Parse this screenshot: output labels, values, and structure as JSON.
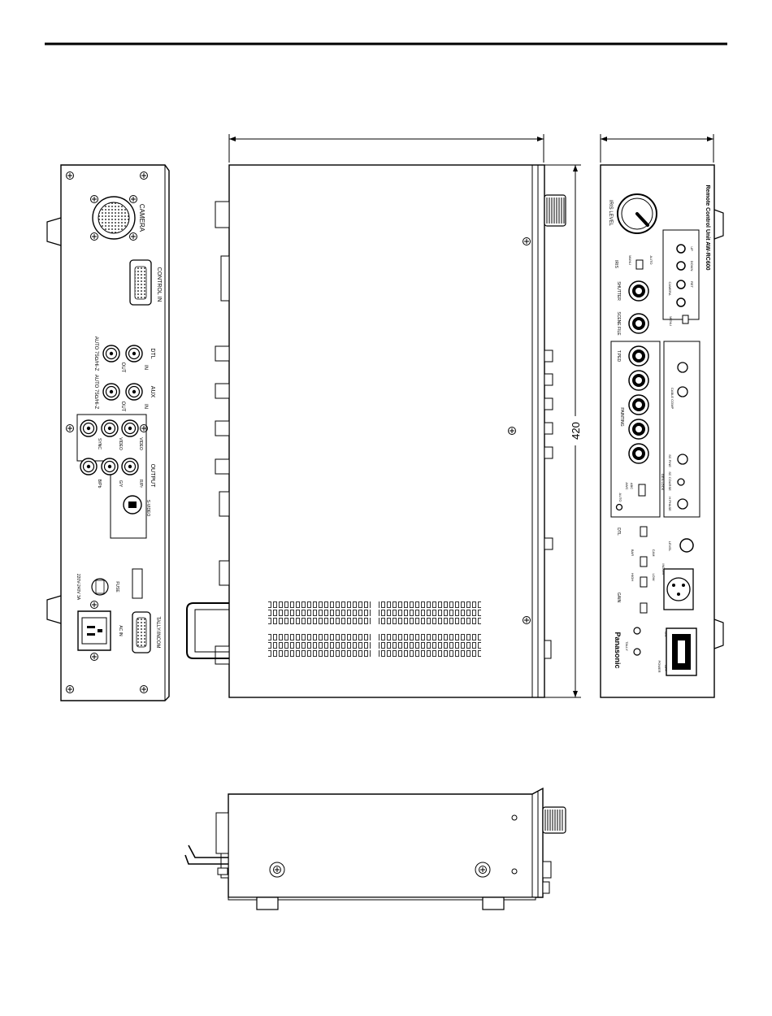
{
  "dimension_label": "420",
  "rear_panel": {
    "camera": "CAMERA",
    "control_in": "CONTROL IN",
    "dtl_label": "DTL",
    "aux_label": "AUX",
    "in_label": "IN",
    "out_label": "OUT",
    "auto_75": "AUTO 75Ω/Hi-Z",
    "output": "OUTPUT",
    "sync": "SYNC",
    "video": "VIDEO",
    "g_y": "G/Y",
    "b_pb": "B/Pb",
    "r_pr": "R/Pr",
    "s_video": "S-VIDEO",
    "fuse": "FUSE",
    "ac_in": "AC IN",
    "fuse_rating": "220V-240V 3A",
    "tally_intercom": "TALLY/INCOM"
  },
  "front_panel": {
    "model": "Remote Control Unit AW-RC600",
    "brand": "Panasonic",
    "iris_level": "IRIS LEVEL",
    "iris": "IRIS",
    "manu": "MANU",
    "auto": "AUTO",
    "shutter": "SHUTTER",
    "scene_file": "SCENE FILE",
    "menu": "MENU",
    "on": "ON",
    "off": "OFF",
    "camera": "CAMERA",
    "up": "UP",
    "down": "DOWN",
    "ret": "RET",
    "t_ped": "T.PED",
    "painting": "PAINTING",
    "cable_comp": "CABLE COMP",
    "gen_lock": "GEN LOCK",
    "h_phase": "H PHASE",
    "sc_coarse": "SC COARSE",
    "sc_fine": "SC FINE",
    "dtl": "DTL",
    "bar": "BAR",
    "cam": "CAM",
    "gain": "GAIN",
    "incom": "INCOM",
    "level": "LEVEL",
    "power": "POWER",
    "tally": "TALLY",
    "awc": "AWC",
    "abc": "ABC",
    "high": "HIGH",
    "low": "LOW"
  },
  "icons": [
    "screw-icon",
    "knob-icon",
    "connector-icon"
  ]
}
